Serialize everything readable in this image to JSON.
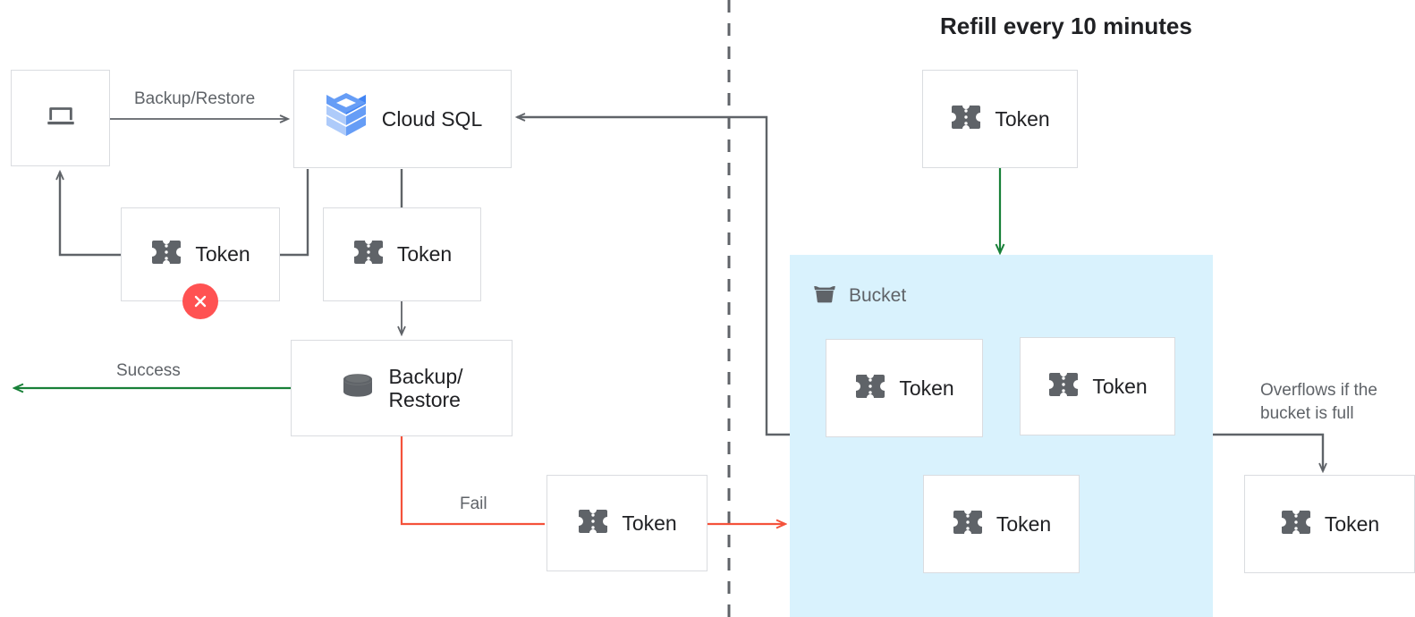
{
  "diagram": {
    "title": "Refill every 10 minutes",
    "colors": {
      "green": "#188038",
      "red": "#f4523b",
      "dark_arrow": "#5f6368",
      "token_gray": "#5f6368",
      "bucket_fill": "#d9f2fd",
      "box_border": "#dadce0",
      "error_red": "#ff5252",
      "cloudsql_blue_dark": "#4285f4",
      "cloudsql_blue_mid": "#669df6",
      "cloudsql_blue_light": "#aecbfa"
    },
    "nodes": {
      "client": {
        "label": "",
        "icon": "laptop-icon"
      },
      "cloud_sql": {
        "label": "Cloud SQL",
        "icon": "cloud-sql-logo"
      },
      "token_client": {
        "label": "Token",
        "icon": "token-icon",
        "status": "error"
      },
      "token_sql": {
        "label": "Token",
        "icon": "token-icon"
      },
      "backup_restore": {
        "label": "Backup/\nRestore",
        "icon": "database-icon"
      },
      "token_fail": {
        "label": "Token",
        "icon": "token-icon"
      },
      "token_refill": {
        "label": "Token",
        "icon": "token-icon"
      },
      "token_bucket_1": {
        "label": "Token",
        "icon": "token-icon"
      },
      "token_bucket_2": {
        "label": "Token",
        "icon": "token-icon"
      },
      "token_bucket_3": {
        "label": "Token",
        "icon": "token-icon"
      },
      "token_overflow": {
        "label": "Token",
        "icon": "token-icon"
      }
    },
    "bucket": {
      "label": "Bucket",
      "icon": "bucket-icon"
    },
    "edges": {
      "backup_restore_label": "Backup/Restore",
      "success_label": "Success",
      "fail_label": "Fail",
      "overflow_label": "Overflows if the\nbucket is full"
    }
  }
}
